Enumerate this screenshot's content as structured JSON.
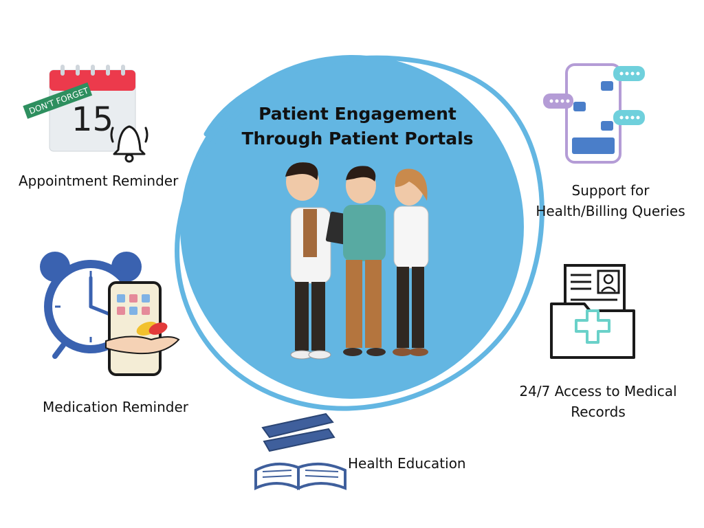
{
  "title": {
    "line1": "Patient Engagement",
    "line2": "Through Patient Portals"
  },
  "features": {
    "appointment": "Appointment Reminder",
    "medication": "Medication Reminder",
    "education": "Health Education",
    "support_line1": "Support for",
    "support_line2": "Health/Billing Queries",
    "records_line1": "24/7 Access to Medical",
    "records_line2": "Records"
  },
  "calendar": {
    "day": "15",
    "tag": "DON'T FORGET"
  },
  "icons": {
    "calendar": "calendar-icon",
    "bell": "bell-icon",
    "alarm_clock": "alarm-clock-icon",
    "phone": "smartphone-icon",
    "pills": "pills-in-hand-icon",
    "books": "books-icon",
    "chat": "chat-phone-icon",
    "records": "medical-records-folder-icon"
  },
  "colors": {
    "circle_fill": "#63b6e2",
    "ring": "#63b6e2",
    "calendar_red": "#ec3a4c",
    "clock_blue": "#3a62b0",
    "book_blue": "#3f5f9c",
    "chat_purple": "#b49cd6",
    "chat_teal": "#6fd0dc",
    "phone_blue": "#4a7ec9",
    "cross_teal": "#6ad1c9"
  }
}
